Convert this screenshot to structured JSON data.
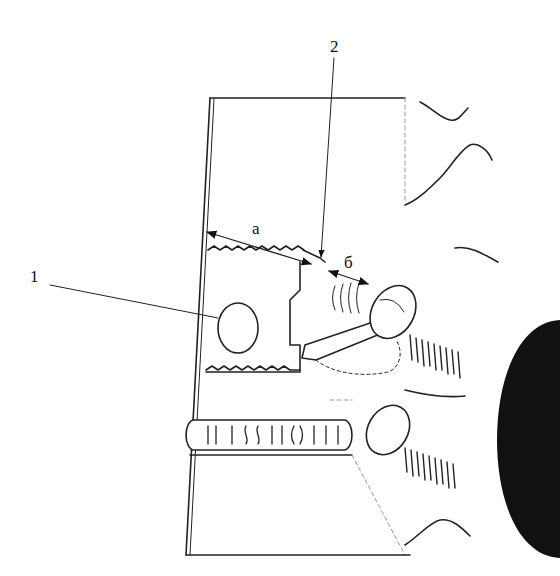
{
  "diagram": {
    "labels": [
      "1",
      "2",
      "а",
      "б"
    ]
  }
}
